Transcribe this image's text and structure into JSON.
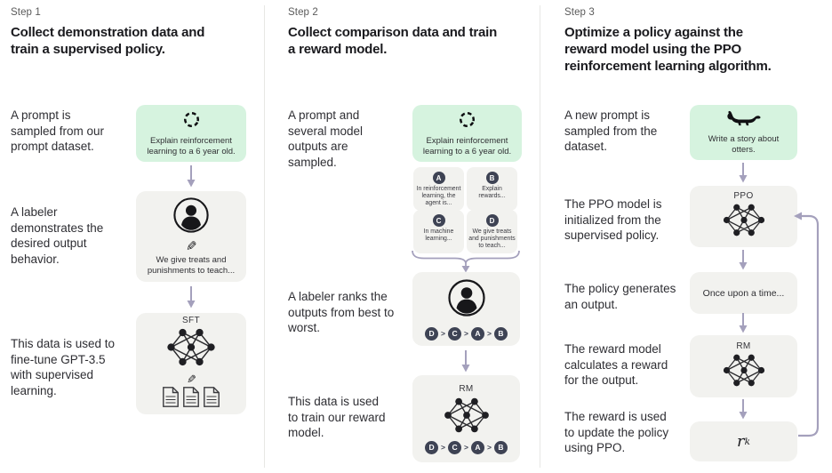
{
  "colors": {
    "prompt_box_green": "#d6f3df",
    "step_box_gray": "#f2f2ef",
    "badge_dark": "#3e4354",
    "arrow_purple": "#a4a0bc"
  },
  "col1": {
    "step": "Step 1",
    "title": "Collect demonstration data and train a supervised policy.",
    "row1_text": "A prompt is sampled from our prompt dataset.",
    "prompt_text": "Explain reinforcement learning to a 6 year old.",
    "row2_text": "A labeler demonstrates the desired output behavior.",
    "demo_text": "We give treats and punishments to teach...",
    "row3_text": "This data is used to fine-tune GPT-3.5 with supervised learning.",
    "model_label": "SFT"
  },
  "col2": {
    "step": "Step 2",
    "title": "Collect comparison data and train a reward model.",
    "row1_text": "A prompt and several model outputs are sampled.",
    "prompt_text": "Explain reinforcement learning to a 6 year old.",
    "outputs": [
      {
        "badge": "A",
        "text": "In reinforcement learning, the agent is..."
      },
      {
        "badge": "B",
        "text": "Explain rewards..."
      },
      {
        "badge": "C",
        "text": "In machine learning..."
      },
      {
        "badge": "D",
        "text": "We give treats and punishments to teach..."
      }
    ],
    "row2_text": "A labeler ranks the outputs from best to worst.",
    "ranking": [
      "D",
      "C",
      "A",
      "B"
    ],
    "ranking_separator": ">",
    "row3_text": "This data is used to train our reward model.",
    "model_label": "RM"
  },
  "col3": {
    "step": "Step 3",
    "title": "Optimize a policy against the reward model using the PPO reinforcement learning algorithm.",
    "row1_text": "A new prompt is sampled from the dataset.",
    "prompt_text": "Write a story about otters.",
    "row2_text": "The PPO model is initialized from the supervised policy.",
    "ppo_label": "PPO",
    "row3_text": "The policy generates an output.",
    "output_text": "Once upon a time...",
    "row4_text": "The reward model calculates a reward for the output.",
    "rm_label": "RM",
    "row5_text": "The reward is used to update the policy using PPO.",
    "reward_base": "r",
    "reward_sub": "k"
  }
}
